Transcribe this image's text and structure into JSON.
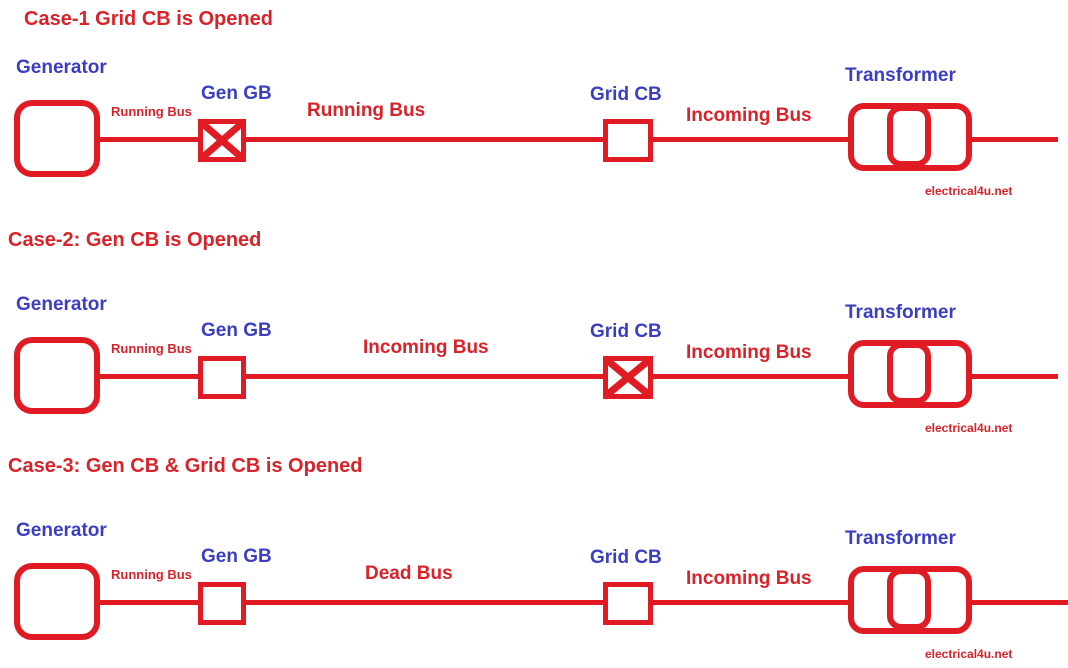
{
  "colors": {
    "symbol_red": "#e01b24",
    "text_red": "#d8232a",
    "label_blue": "#3b3ec1"
  },
  "cases": [
    {
      "title": "Case-1 Grid CB is Opened",
      "generator_label": "Generator",
      "gen_bus_label": "Running Bus",
      "gen_breaker_label": "Gen GB",
      "gen_breaker_state": "closed",
      "mid_bus_label": "Running Bus",
      "grid_breaker_label": "Grid CB",
      "grid_breaker_state": "open",
      "incoming_bus_label": "Incoming Bus",
      "transformer_label": "Transformer",
      "watermark": "electrical4u.net"
    },
    {
      "title": "Case-2: Gen CB is Opened",
      "generator_label": "Generator",
      "gen_bus_label": "Running Bus",
      "gen_breaker_label": "Gen GB",
      "gen_breaker_state": "open",
      "mid_bus_label": "Incoming Bus",
      "grid_breaker_label": "Grid CB",
      "grid_breaker_state": "closed",
      "incoming_bus_label": "Incoming Bus",
      "transformer_label": "Transformer",
      "watermark": "electrical4u.net"
    },
    {
      "title": "Case-3: Gen CB & Grid CB is Opened",
      "generator_label": "Generator",
      "gen_bus_label": "Running Bus",
      "gen_breaker_label": "Gen GB",
      "gen_breaker_state": "open",
      "mid_bus_label": "Dead Bus",
      "grid_breaker_label": "Grid CB",
      "grid_breaker_state": "open",
      "incoming_bus_label": "Incoming Bus",
      "transformer_label": "Transformer",
      "watermark": "electrical4u.net"
    }
  ]
}
